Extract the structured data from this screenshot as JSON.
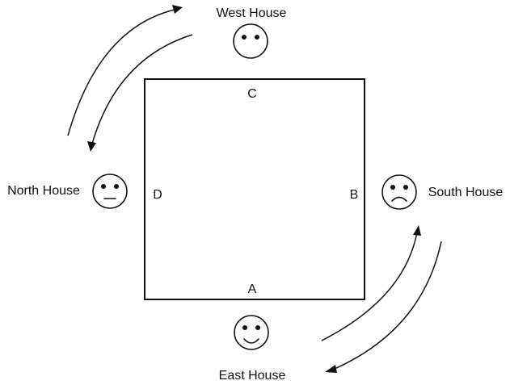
{
  "square": {
    "side_labels": {
      "top": "C",
      "right": "B",
      "bottom": "A",
      "left": "D"
    }
  },
  "houses": {
    "west": {
      "name": "West House",
      "expression": "neutral-no-mouth"
    },
    "north": {
      "name": "North House",
      "expression": "flat"
    },
    "south": {
      "name": "South House",
      "expression": "sad"
    },
    "east": {
      "name": "East House",
      "expression": "happy"
    }
  },
  "colors": {
    "ink": "#111111",
    "background": "#ffffff"
  }
}
